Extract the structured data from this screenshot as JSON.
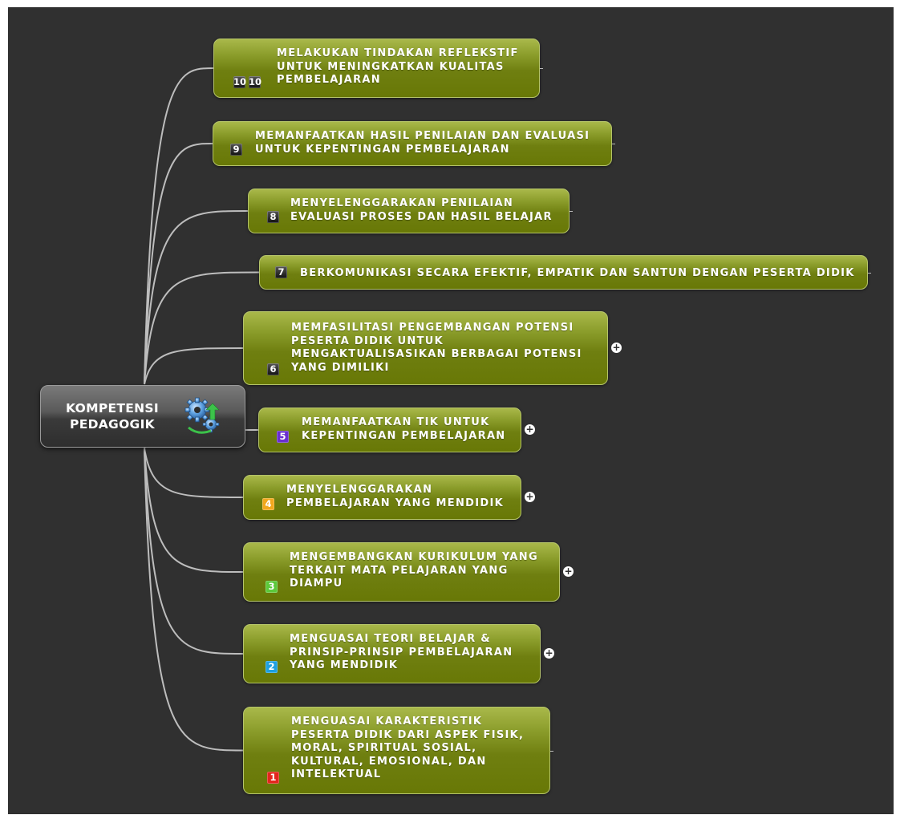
{
  "central_topic": {
    "lines": [
      "KOMPETENSI",
      "PEDAGOGIK"
    ],
    "icon": "gears-icon"
  },
  "colors": {
    "canvas": "#303030",
    "node_green": "#6f7f10",
    "connector": "#bdbdbd",
    "badge_black": "#1a1a1a",
    "badge_5": "#6a2fd0",
    "badge_4": "#f2a81d",
    "badge_3": "#5cc93a",
    "badge_2": "#1ea0e0",
    "badge_1": "#e3261d"
  },
  "topics": [
    {
      "priority": "10",
      "lines": [
        "MELAKUKAN TINDAKAN REFLEKSTIF",
        "UNTUK MENINGKATKAN KUALITAS",
        "PEMBELAJARAN"
      ],
      "expandable": false
    },
    {
      "priority": "9",
      "lines": [
        "MEMANFAATKAN HASIL PENILAIAN DAN EVALUASI",
        "UNTUK KEPENTINGAN PEMBELAJARAN"
      ],
      "expandable": false
    },
    {
      "priority": "8",
      "lines": [
        "MENYELENGGARAKAN PENILAIAN",
        "EVALUASI PROSES DAN HASIL BELAJAR"
      ],
      "expandable": false
    },
    {
      "priority": "7",
      "lines": [
        "BERKOMUNIKASI SECARA EFEKTIF, EMPATIK DAN SANTUN DENGAN PESERTA DIDIK"
      ],
      "expandable": false
    },
    {
      "priority": "6",
      "lines": [
        "MEMFASILITASI  PENGEMBANGAN POTENSI",
        "PESERTA DIDIK UNTUK",
        "MENGAKTUALISASIKAN BERBAGAI POTENSI",
        "YANG DIMILIKI"
      ],
      "expandable": true
    },
    {
      "priority": "5",
      "lines": [
        "MEMANFAATKAN TIK UNTUK",
        "KEPENTINGAN PEMBELAJARAN"
      ],
      "expandable": true
    },
    {
      "priority": "4",
      "lines": [
        "MENYELENGGARAKAN",
        "PEMBELAJARAN YANG MENDIDIK"
      ],
      "expandable": true
    },
    {
      "priority": "3",
      "lines": [
        "MENGEMBANGKAN KURIKULUM YANG",
        "TERKAIT MATA PELAJARAN YANG",
        "DIAMPU"
      ],
      "expandable": true
    },
    {
      "priority": "2",
      "lines": [
        "MENGUASAI TEORI BELAJAR &",
        "PRINSIP-PRINSIP PEMBELAJARAN",
        "YANG MENDIDIK"
      ],
      "expandable": true
    },
    {
      "priority": "1",
      "lines": [
        "MENGUASAI KARAKTERISTIK",
        "PESERTA DIDIK DARI ASPEK FISIK,",
        "MORAL, SPIRITUAL SOSIAL,",
        "KULTURAL, EMOSIONAL, DAN",
        "INTELEKTUAL"
      ],
      "expandable": false
    }
  ]
}
